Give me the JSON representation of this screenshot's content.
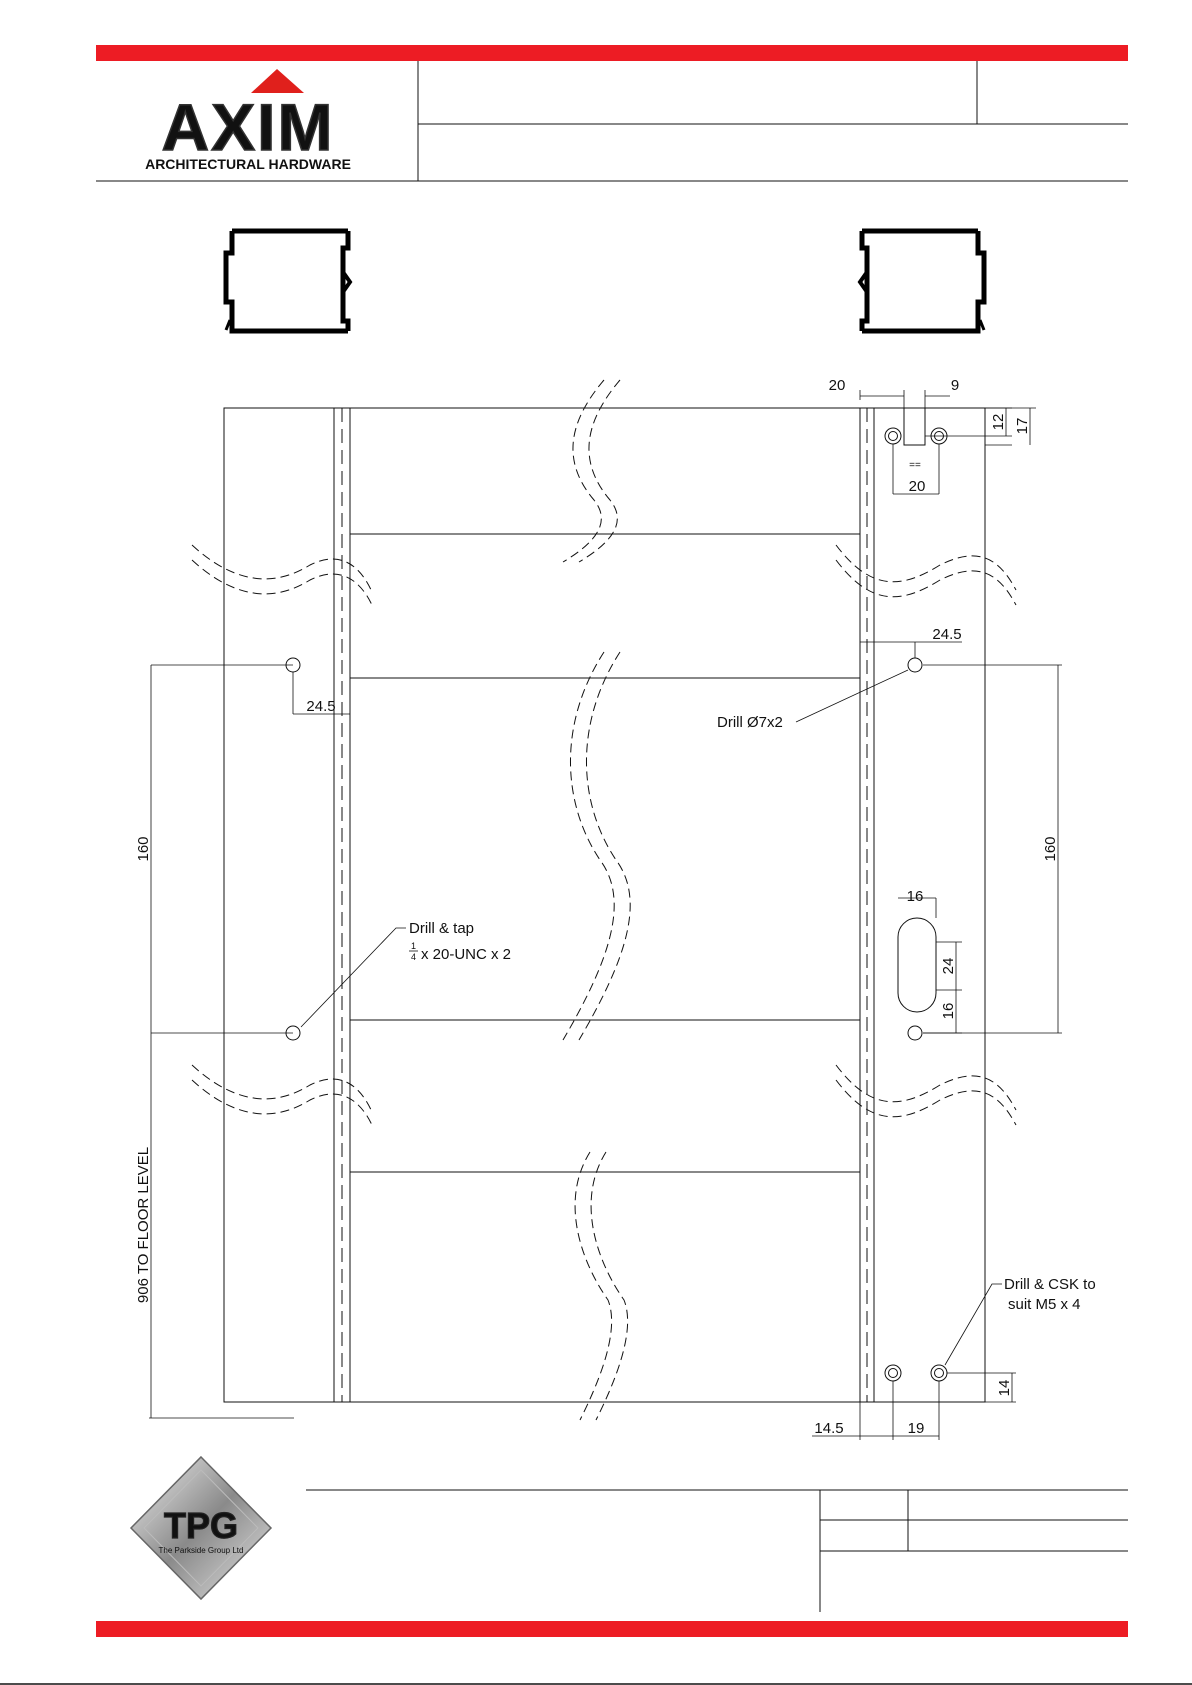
{
  "brand": {
    "logo_text": "AXIM",
    "tagline": "ARCHITECTURAL HARDWARE",
    "footer_logo_text": "TPG",
    "footer_logo_sub": "The Parkside Group Ltd"
  },
  "colors": {
    "accent_red": "#ed1c24",
    "line": "#111111",
    "logo_triangle": "#e0201c"
  },
  "dimensions": {
    "top_20": "20",
    "top_9": "9",
    "top_12": "12",
    "top_17": "17",
    "slot_20": "20",
    "slot_equal": "==",
    "right_24_5": "24.5",
    "left_24_5": "24.5",
    "left_160": "160",
    "right_160": "160",
    "slot_width_16": "16",
    "slot_height_24": "24",
    "slot_offset_16": "16",
    "floor_level": "906 TO FLOOR LEVEL",
    "bottom_14_5": "14.5",
    "bottom_19": "19",
    "bottom_14": "14"
  },
  "notes": {
    "drill_7": "Drill Ø7x2",
    "drill_tap_line1": "Drill & tap",
    "drill_tap_frac_num": "1",
    "drill_tap_frac_den": "4",
    "drill_tap_line2": "x 20-UNC x 2",
    "drill_csk_line1": "Drill & CSK to",
    "drill_csk_line2": "suit M5 x 4"
  }
}
